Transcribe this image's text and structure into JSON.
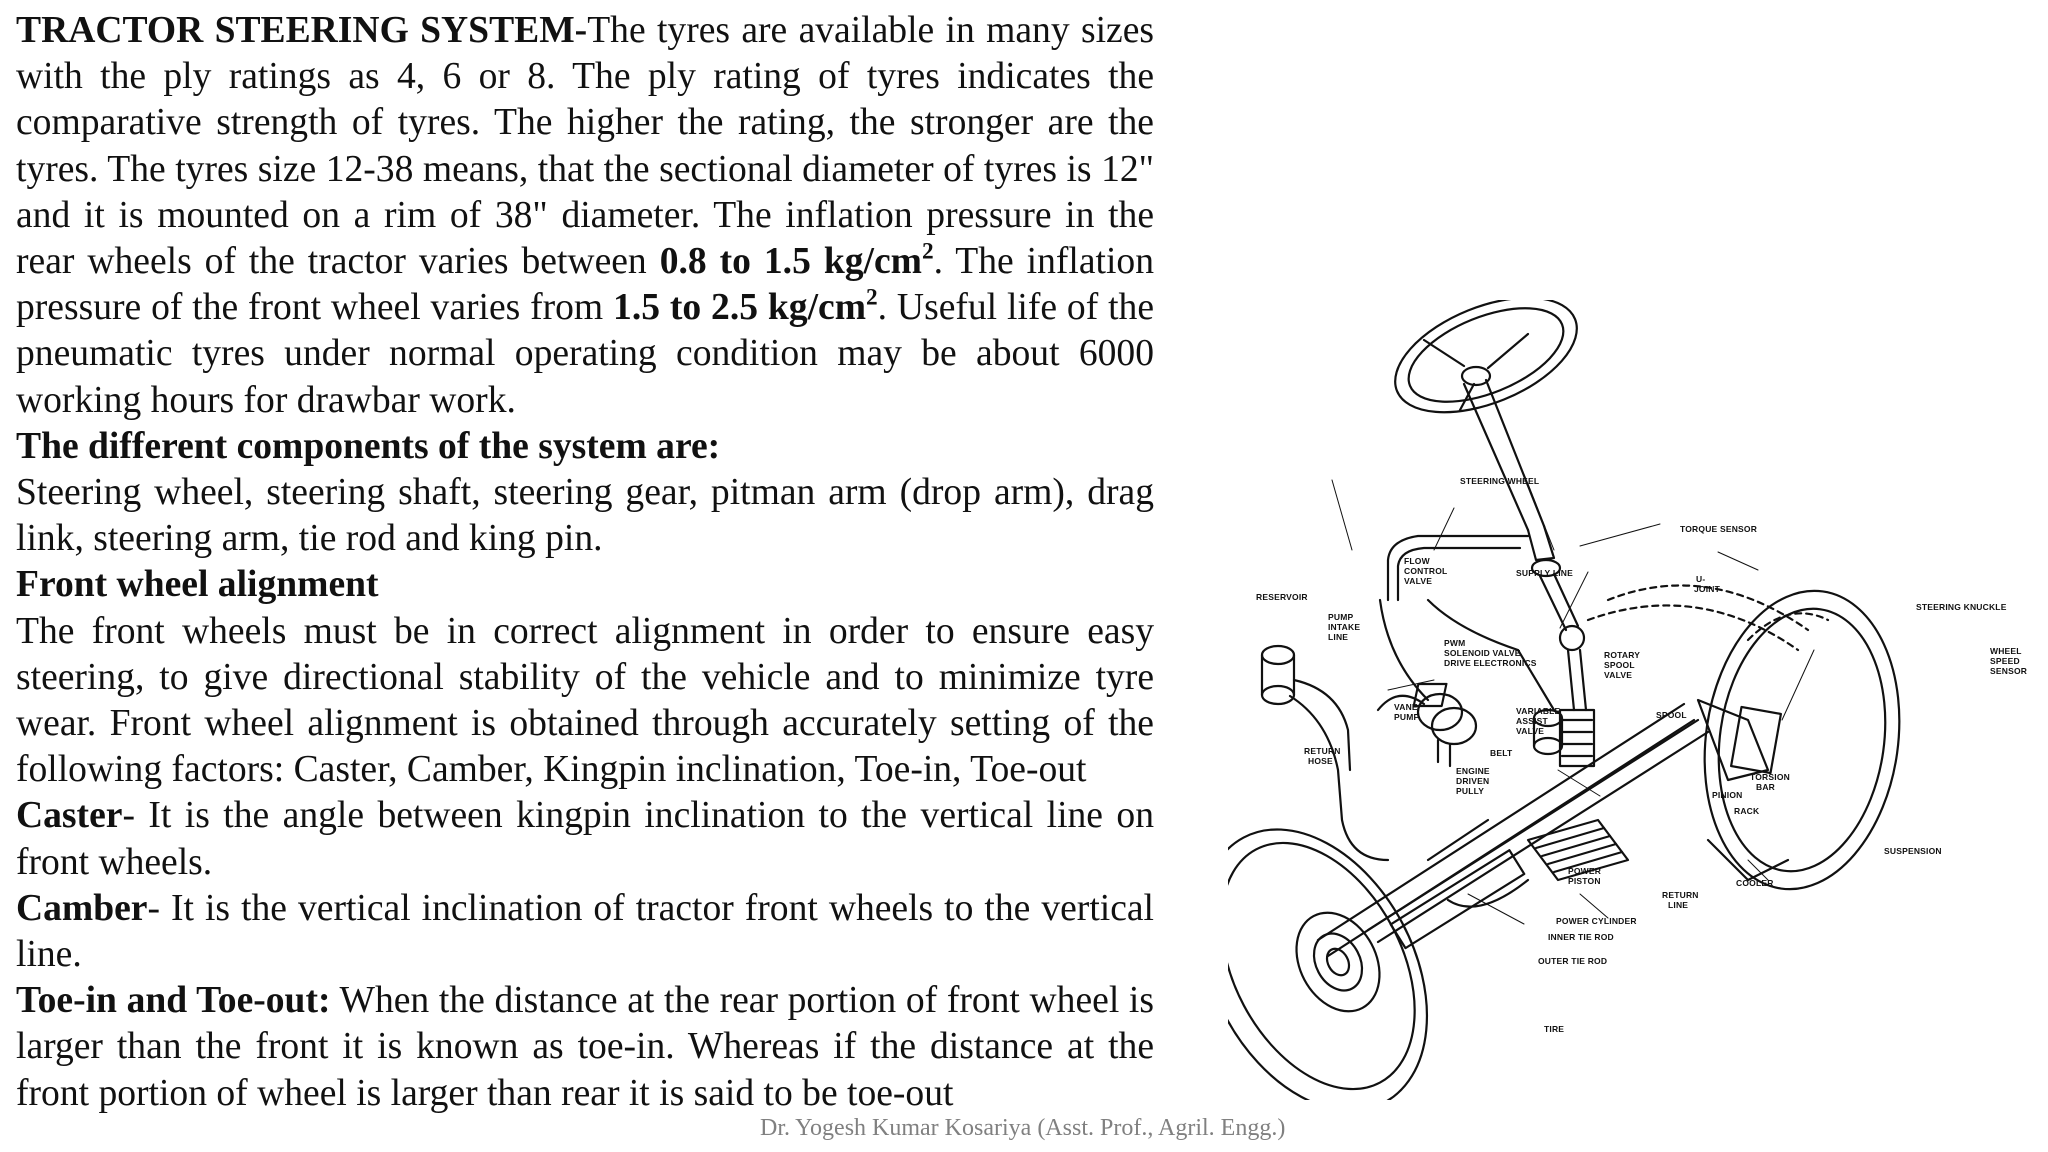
{
  "paragraph1": {
    "title": "TRACTOR STEERING SYSTEM-",
    "body_a": "The tyres are available in many sizes with the ply ratings as 4, 6 or 8. The ply rating of tyres indicates the comparative strength of tyres. The higher the rating, the stronger are the tyres. The tyres size 12-38 means, that the sectional diameter of tyres is 12\" and it is mounted on a rim of 38\" diameter. The inflation pressure in the rear wheels of the tractor varies between ",
    "rear_pressure": "0.8 to 1.5 kg/cm",
    "body_b": ". The inflation pressure of the front wheel varies from ",
    "front_pressure": "1.5 to 2.5 kg/cm",
    "body_c": ". Useful life of the pneumatic tyres under normal operating condition may be about 6000 working hours for drawbar work.",
    "superscript": "2"
  },
  "components": {
    "heading": "The different components of the system are:",
    "body": "Steering wheel, steering shaft, steering gear, pitman arm (drop arm), drag link, steering arm, tie rod and king pin."
  },
  "alignment": {
    "heading": "Front wheel alignment",
    "body": "The front wheels must be in correct alignment in order to ensure easy steering, to give directional stability of the vehicle and to minimize tyre wear.  Front wheel alignment is obtained through accurately setting of the following factors: Caster, Camber, Kingpin inclination, Toe-in, Toe-out"
  },
  "caster": {
    "term": "Caster",
    "body": "- It is the angle between kingpin inclination to the vertical line on front wheels."
  },
  "camber": {
    "term": "Camber",
    "body": "- It is the vertical inclination of tractor front wheels to the vertical line."
  },
  "toe": {
    "term": "Toe-in and Toe-out:",
    "body": " When the distance at the rear portion of front wheel is larger than the front it is known as toe-in. Whereas if the distance at the front portion of wheel is larger than rear it is said to be toe-out"
  },
  "figure_labels": {
    "steering_wheel": "STEERING WHEEL",
    "torque_sensor": "TORQUE SENSOR",
    "flow_control_valve_1": "FLOW",
    "flow_control_valve_2": "CONTROL",
    "flow_control_valve_3": "VALVE",
    "supply_line": "SUPPLY LINE",
    "reservoir": "RESERVOIR",
    "pump_intake_line_1": "PUMP",
    "pump_intake_line_2": "INTAKE",
    "pump_intake_line_3": "LINE",
    "u_joint_1": "U-",
    "u_joint_2": "JOINT",
    "pwm_1": "PWM",
    "pwm_2": "SOLENOID VALVE",
    "pwm_3": "DRIVE ELECTRONICS",
    "rotary_spool_valve_1": "ROTARY",
    "rotary_spool_valve_2": "SPOOL",
    "rotary_spool_valve_3": "VALVE",
    "steering_knuckle": "STEERING KNUCKLE",
    "wheel_speed_sensor_1": "WHEEL",
    "wheel_speed_sensor_2": "SPEED",
    "wheel_speed_sensor_3": "SENSOR",
    "vane_pump_1": "VANE",
    "vane_pump_2": "PUMP",
    "variable_assist_valve_1": "VARIABLE",
    "variable_assist_valve_2": "ASSIST",
    "variable_assist_valve_3": "VALVE",
    "spool": "SPOOL",
    "belt": "BELT",
    "return_hose_1": "RETURN",
    "return_hose_2": "HOSE",
    "engine_driven_pully_1": "ENGINE",
    "engine_driven_pully_2": "DRIVEN",
    "engine_driven_pully_3": "PULLY",
    "torsion_bar_1": "TORSION",
    "torsion_bar_2": "BAR",
    "pinion": "PINION",
    "rack": "RACK",
    "suspension": "SUSPENSION",
    "cooler": "COOLER",
    "power_piston_1": "POWER",
    "power_piston_2": "PISTON",
    "return_line_1": "RETURN",
    "return_line_2": "LINE",
    "power_cylinder": "POWER CYLINDER",
    "inner_tie_rod": "INNER TIE ROD",
    "outer_tie_rod": "OUTER TIE ROD",
    "tire": "TIRE"
  },
  "footer": "Dr. Yogesh Kumar Kosariya (Asst. Prof., Agril. Engg.)"
}
